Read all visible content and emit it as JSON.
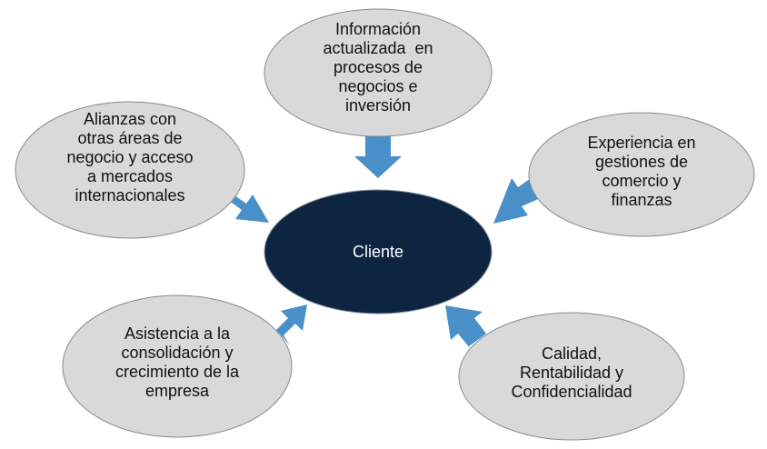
{
  "colors": {
    "node_fill": "#d9d9d9",
    "node_stroke": "#7f8c99",
    "center_fill": "#0d2541",
    "arrow_fill": "#4a90c8"
  },
  "center": {
    "label": "Cliente"
  },
  "nodes": [
    {
      "id": "top",
      "lines": [
        "Información",
        "actualizada  en",
        "procesos de",
        "negocios e",
        "inversión"
      ]
    },
    {
      "id": "top-left",
      "lines": [
        "Alianzas con",
        "otras áreas de",
        "negocio y acceso",
        "a mercados",
        "internacionales"
      ]
    },
    {
      "id": "top-right",
      "lines": [
        "Experiencia en",
        "gestiones de",
        "comercio y",
        "finanzas"
      ]
    },
    {
      "id": "bottom-left",
      "lines": [
        "Asistencia a la",
        "consolidación y",
        "crecimiento de la",
        "empresa"
      ]
    },
    {
      "id": "bottom-right",
      "lines": [
        "Calidad,",
        "Rentabilidad y",
        "Confidencialidad"
      ]
    }
  ]
}
